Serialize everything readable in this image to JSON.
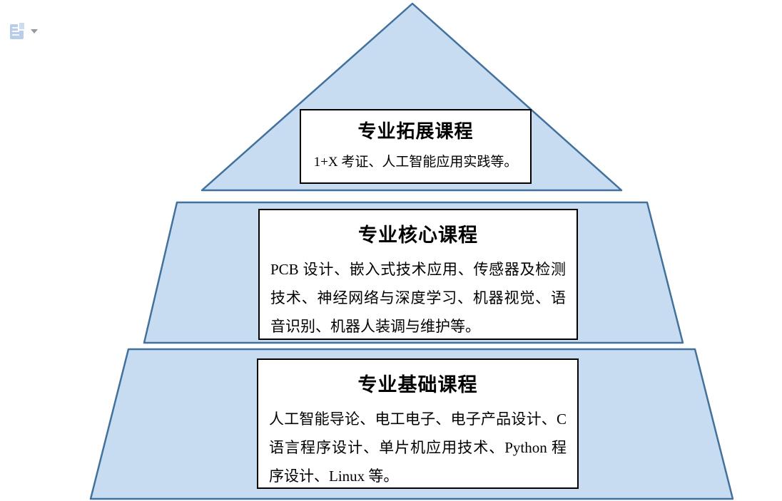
{
  "pyramid": {
    "fill_color": "#C7DCF0",
    "border_color": "#41719C",
    "levels": [
      {
        "id": "expansion",
        "title": "专业拓展课程",
        "body": "1+X 考证、人工智能应用实践等。"
      },
      {
        "id": "core",
        "title": "专业核心课程",
        "body": "PCB 设计、嵌入式技术应用、传感器及检测技术、神经网络与深度学习、机器视觉、语音识别、机器人装调与维护等。"
      },
      {
        "id": "foundation",
        "title": "专业基础课程",
        "body": "人工智能导论、电工电子、电子产品设计、C 语言程序设计、单片机应用技术、Python 程序设计、Linux 等。"
      }
    ]
  },
  "floating_controls": {
    "paste_options_icon": "paste-options-clipboard",
    "dropdown_icon": "chevron-down"
  }
}
